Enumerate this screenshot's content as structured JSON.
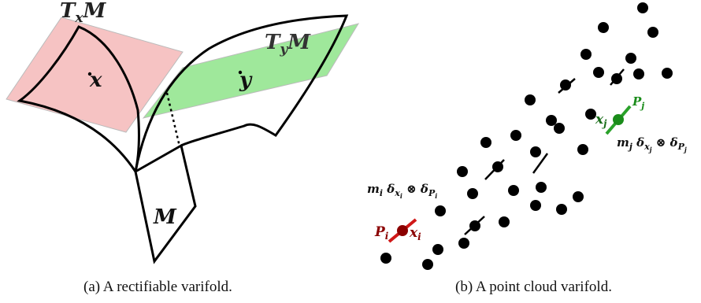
{
  "panel_a": {
    "labels": {
      "tangent_x": "T_xM",
      "tangent_y": "T_yM",
      "point_x": "x",
      "point_y": "y",
      "manifold": "M"
    },
    "caption": "(a) A rectifiable varifold.",
    "colors": {
      "tangent_x_fill": "#f4b8b8",
      "tangent_y_fill": "#9ee89a",
      "surface_stroke": "#000000"
    }
  },
  "panel_b": {
    "labels": {
      "mass_i": "m_i δ_{x_i} ⊗ δ_{P_i}",
      "mass_j": "m_j δ_{x_j} ⊗ δ_{P_j}",
      "point_i": "x_i",
      "plane_i": "P_i",
      "point_j": "x_j",
      "plane_j": "P_j"
    },
    "caption": "(b) A point cloud varifold.",
    "colors": {
      "point_black": "#000000",
      "highlight_i": "#8b0000",
      "highlight_j": "#1a8c1a",
      "segment_i": "#d01818",
      "segment_j": "#2aa12a"
    }
  }
}
